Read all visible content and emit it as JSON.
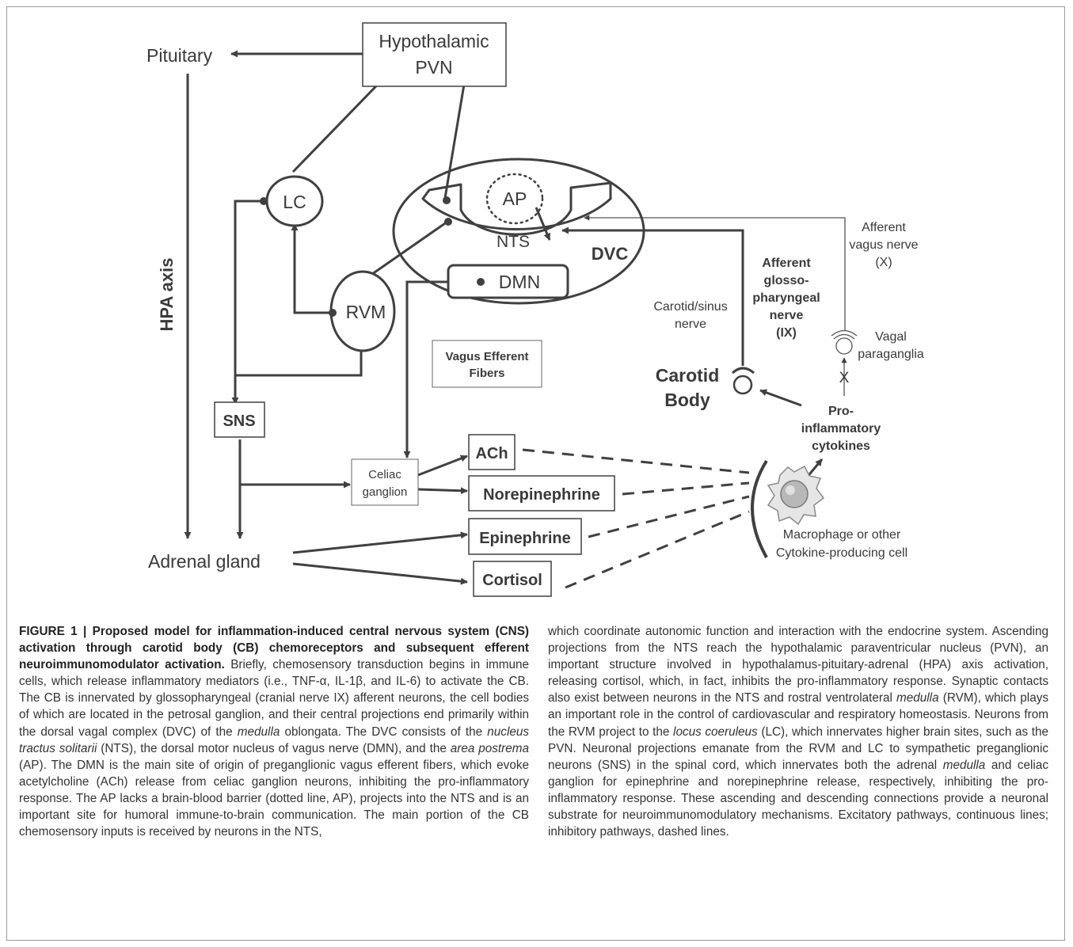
{
  "diagram": {
    "pituitary": "Pituitary",
    "hypothalamic_pvn": [
      "Hypothalamic",
      "PVN"
    ],
    "hpa_axis": "HPA axis",
    "lc": "LC",
    "ap": "AP",
    "nts": "NTS",
    "dvc": "DVC",
    "dmn": "DMN",
    "rvm": "RVM",
    "afferent_vagus": [
      "Afferent",
      "vagus nerve",
      "(X)"
    ],
    "afferent_glosso": [
      "Afferent",
      "glosso-",
      "pharyngeal",
      "nerve",
      "(IX)"
    ],
    "carotid_sinus": [
      "Carotid/sinus",
      "nerve"
    ],
    "vagal_paraganglia": [
      "Vagal",
      "paraganglia"
    ],
    "x_mark": "X",
    "vagus_efferent": [
      "Vagus Efferent",
      "Fibers"
    ],
    "carotid_body": [
      "Carotid",
      "Body"
    ],
    "pro_inflammatory": [
      "Pro-",
      "inflammatory",
      "cytokines"
    ],
    "sns": "SNS",
    "celiac": [
      "Celiac",
      "ganglion"
    ],
    "ach": "ACh",
    "norepinephrine": "Norepinephrine",
    "epinephrine": "Epinephrine",
    "cortisol": "Cortisol",
    "adrenal_gland": "Adrenal gland",
    "macrophage": [
      "Macrophage or other",
      "Cytokine-producing cell"
    ]
  },
  "caption": {
    "figure_label": "FIGURE 1 | ",
    "title": "Proposed model for inflammation-induced central nervous system (CNS) activation through carotid body (CB) chemoreceptors and subsequent efferent neuroimmunomodulator activation.",
    "left": [
      {
        "t": " Briefly, chemosensory transduction begins in immune cells, which release inflammatory mediators (i.e., TNF-α, IL-1β, and IL-6) to activate the CB. The CB is innervated by glossopharyngeal (cranial nerve IX) afferent neurons, the cell bodies of which are located in the petrosal ganglion, and their central projections end primarily within the dorsal vagal complex (DVC) of the "
      },
      {
        "t": "medulla",
        "i": true
      },
      {
        "t": " oblongata. The DVC consists of the "
      },
      {
        "t": "nucleus tractus solitarii",
        "i": true
      },
      {
        "t": " (NTS), the dorsal motor nucleus of vagus nerve (DMN), and the "
      },
      {
        "t": "area postrema",
        "i": true
      },
      {
        "t": " (AP). The DMN is the main site of origin of preganglionic vagus efferent fibers, which evoke acetylcholine (ACh) release from celiac ganglion neurons, inhibiting the pro-inflammatory response. The AP lacks a brain-blood barrier (dotted line, AP), projects into the NTS and is an important site for humoral immune-to-brain communication. The main portion of the CB chemosensory inputs is received by neurons in the NTS,"
      }
    ],
    "right": [
      {
        "t": "which coordinate autonomic function and interaction with the endocrine system. Ascending projections from the NTS reach the hypothalamic paraventricular nucleus (PVN), an important structure involved in hypothalamus-pituitary-adrenal (HPA) axis activation, releasing cortisol, which, in fact, inhibits the pro-inflammatory response. Synaptic contacts also exist between neurons in the NTS and rostral ventrolateral "
      },
      {
        "t": "medulla",
        "i": true
      },
      {
        "t": " (RVM), which plays an important role in the control of cardiovascular and respiratory homeostasis. Neurons from the RVM project to the "
      },
      {
        "t": "locus coeruleus",
        "i": true
      },
      {
        "t": " (LC), which innervates higher brain sites, such as the PVN. Neuronal projections emanate from the RVM and LC to sympathetic preganglionic neurons (SNS) in the spinal cord, which innervates both the adrenal "
      },
      {
        "t": "medulla",
        "i": true
      },
      {
        "t": " and celiac ganglion for epinephrine and norepinephrine release, respectively, inhibiting the pro-inflammatory response. These ascending and descending connections provide a neuronal substrate for neuroimmunomodulatory mechanisms. Excitatory pathways, continuous lines; inhibitory pathways, dashed lines."
      }
    ]
  }
}
